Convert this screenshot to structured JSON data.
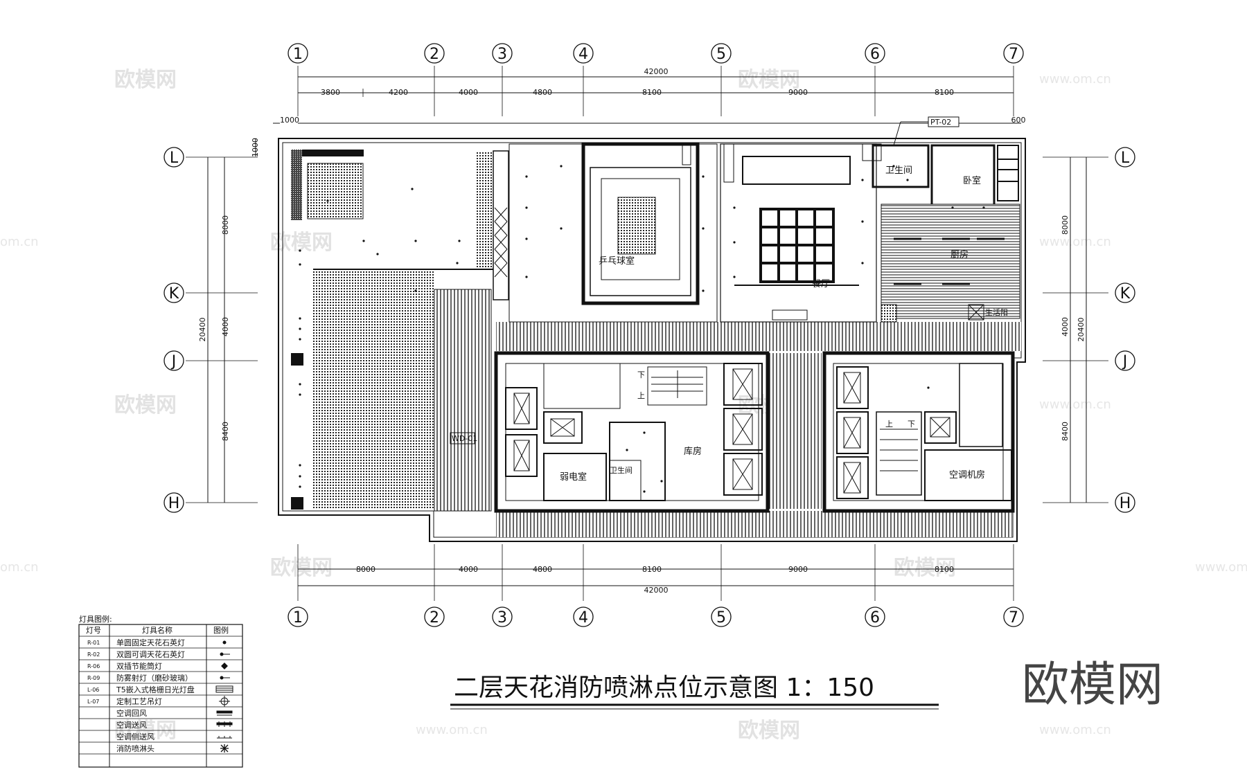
{
  "title": "二层天花消防喷淋点位示意图 1：150",
  "axes_columns": [
    "1",
    "2",
    "3",
    "4",
    "5",
    "6",
    "7"
  ],
  "axes_rows": [
    "L",
    "K",
    "J",
    "H"
  ],
  "dims_top": {
    "total": "42000",
    "segments": [
      "3800",
      "4200",
      "4000",
      "4800",
      "8100",
      "9000",
      "8100"
    ],
    "small_left": "1000",
    "small_left_v": "1000",
    "small_right": "600"
  },
  "dims_bottom": {
    "total": "42000",
    "segments": [
      "8000",
      "4000",
      "4800",
      "8100",
      "9000",
      "8100"
    ]
  },
  "dims_left": {
    "total": "20400",
    "segments": [
      "8000",
      "4000",
      "8400"
    ]
  },
  "dims_right": {
    "total": "20400",
    "segments": [
      "8000",
      "4000",
      "8400"
    ]
  },
  "tag": "PT-02",
  "tag_wd": "WD-01",
  "rooms": {
    "pingpong": "乒乓球室",
    "dining": "餐厅",
    "wc_top": "卫生间",
    "bedroom": "卧室",
    "kitchen": "厨房",
    "pantry": "生活阳",
    "storage": "库房",
    "weak": "弱电室",
    "wc_mid": "卫生间",
    "ac_room": "空调机房",
    "down1": "下",
    "up1": "上",
    "down2": "下",
    "up2": "上"
  },
  "legend": {
    "heading": "灯具图例:",
    "col_code": "灯号",
    "col_name": "灯具名称",
    "col_icon": "图例",
    "rows": [
      {
        "code": "R-01",
        "name": "单圆固定天花石英灯",
        "icon": "dot"
      },
      {
        "code": "R-02",
        "name": "双圆可调天花石英灯",
        "icon": "dot-line"
      },
      {
        "code": "R-06",
        "name": "双插节能筒灯",
        "icon": "diamond"
      },
      {
        "code": "R-09",
        "name": "防雾射灯（磨砂玻璃）",
        "icon": "dot-line"
      },
      {
        "code": "L-06",
        "name": "T5嵌入式格栅日光灯盘",
        "icon": "grille-box"
      },
      {
        "code": "L-07",
        "name": "定制工艺吊灯",
        "icon": "pendant"
      },
      {
        "code": "",
        "name": "空调回风",
        "icon": "return-vent"
      },
      {
        "code": "",
        "name": "空调送风",
        "icon": "supply-vent"
      },
      {
        "code": "",
        "name": "空调侧送风",
        "icon": "side-vent"
      },
      {
        "code": "",
        "name": "消防喷淋头",
        "icon": "sprinkler"
      }
    ]
  },
  "watermark": {
    "brand": "欧模网",
    "url": "www.om.cn",
    "url_partial": "om.cn"
  }
}
